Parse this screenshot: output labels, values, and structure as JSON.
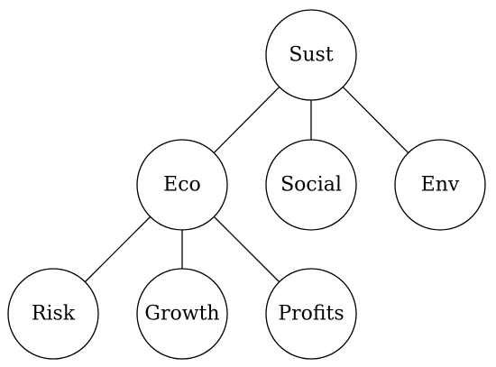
{
  "nodes": [
    {
      "id": "sust",
      "label": "Sust"
    },
    {
      "id": "eco",
      "label": "Eco"
    },
    {
      "id": "social",
      "label": "Social"
    },
    {
      "id": "env",
      "label": "Env"
    },
    {
      "id": "risk",
      "label": "Risk"
    },
    {
      "id": "growth",
      "label": "Growth"
    },
    {
      "id": "profits",
      "label": "Profits"
    }
  ],
  "edges": [
    {
      "from": "sust",
      "to": "eco"
    },
    {
      "from": "sust",
      "to": "social"
    },
    {
      "from": "sust",
      "to": "env"
    },
    {
      "from": "eco",
      "to": "risk"
    },
    {
      "from": "eco",
      "to": "growth"
    },
    {
      "from": "eco",
      "to": "profits"
    }
  ]
}
